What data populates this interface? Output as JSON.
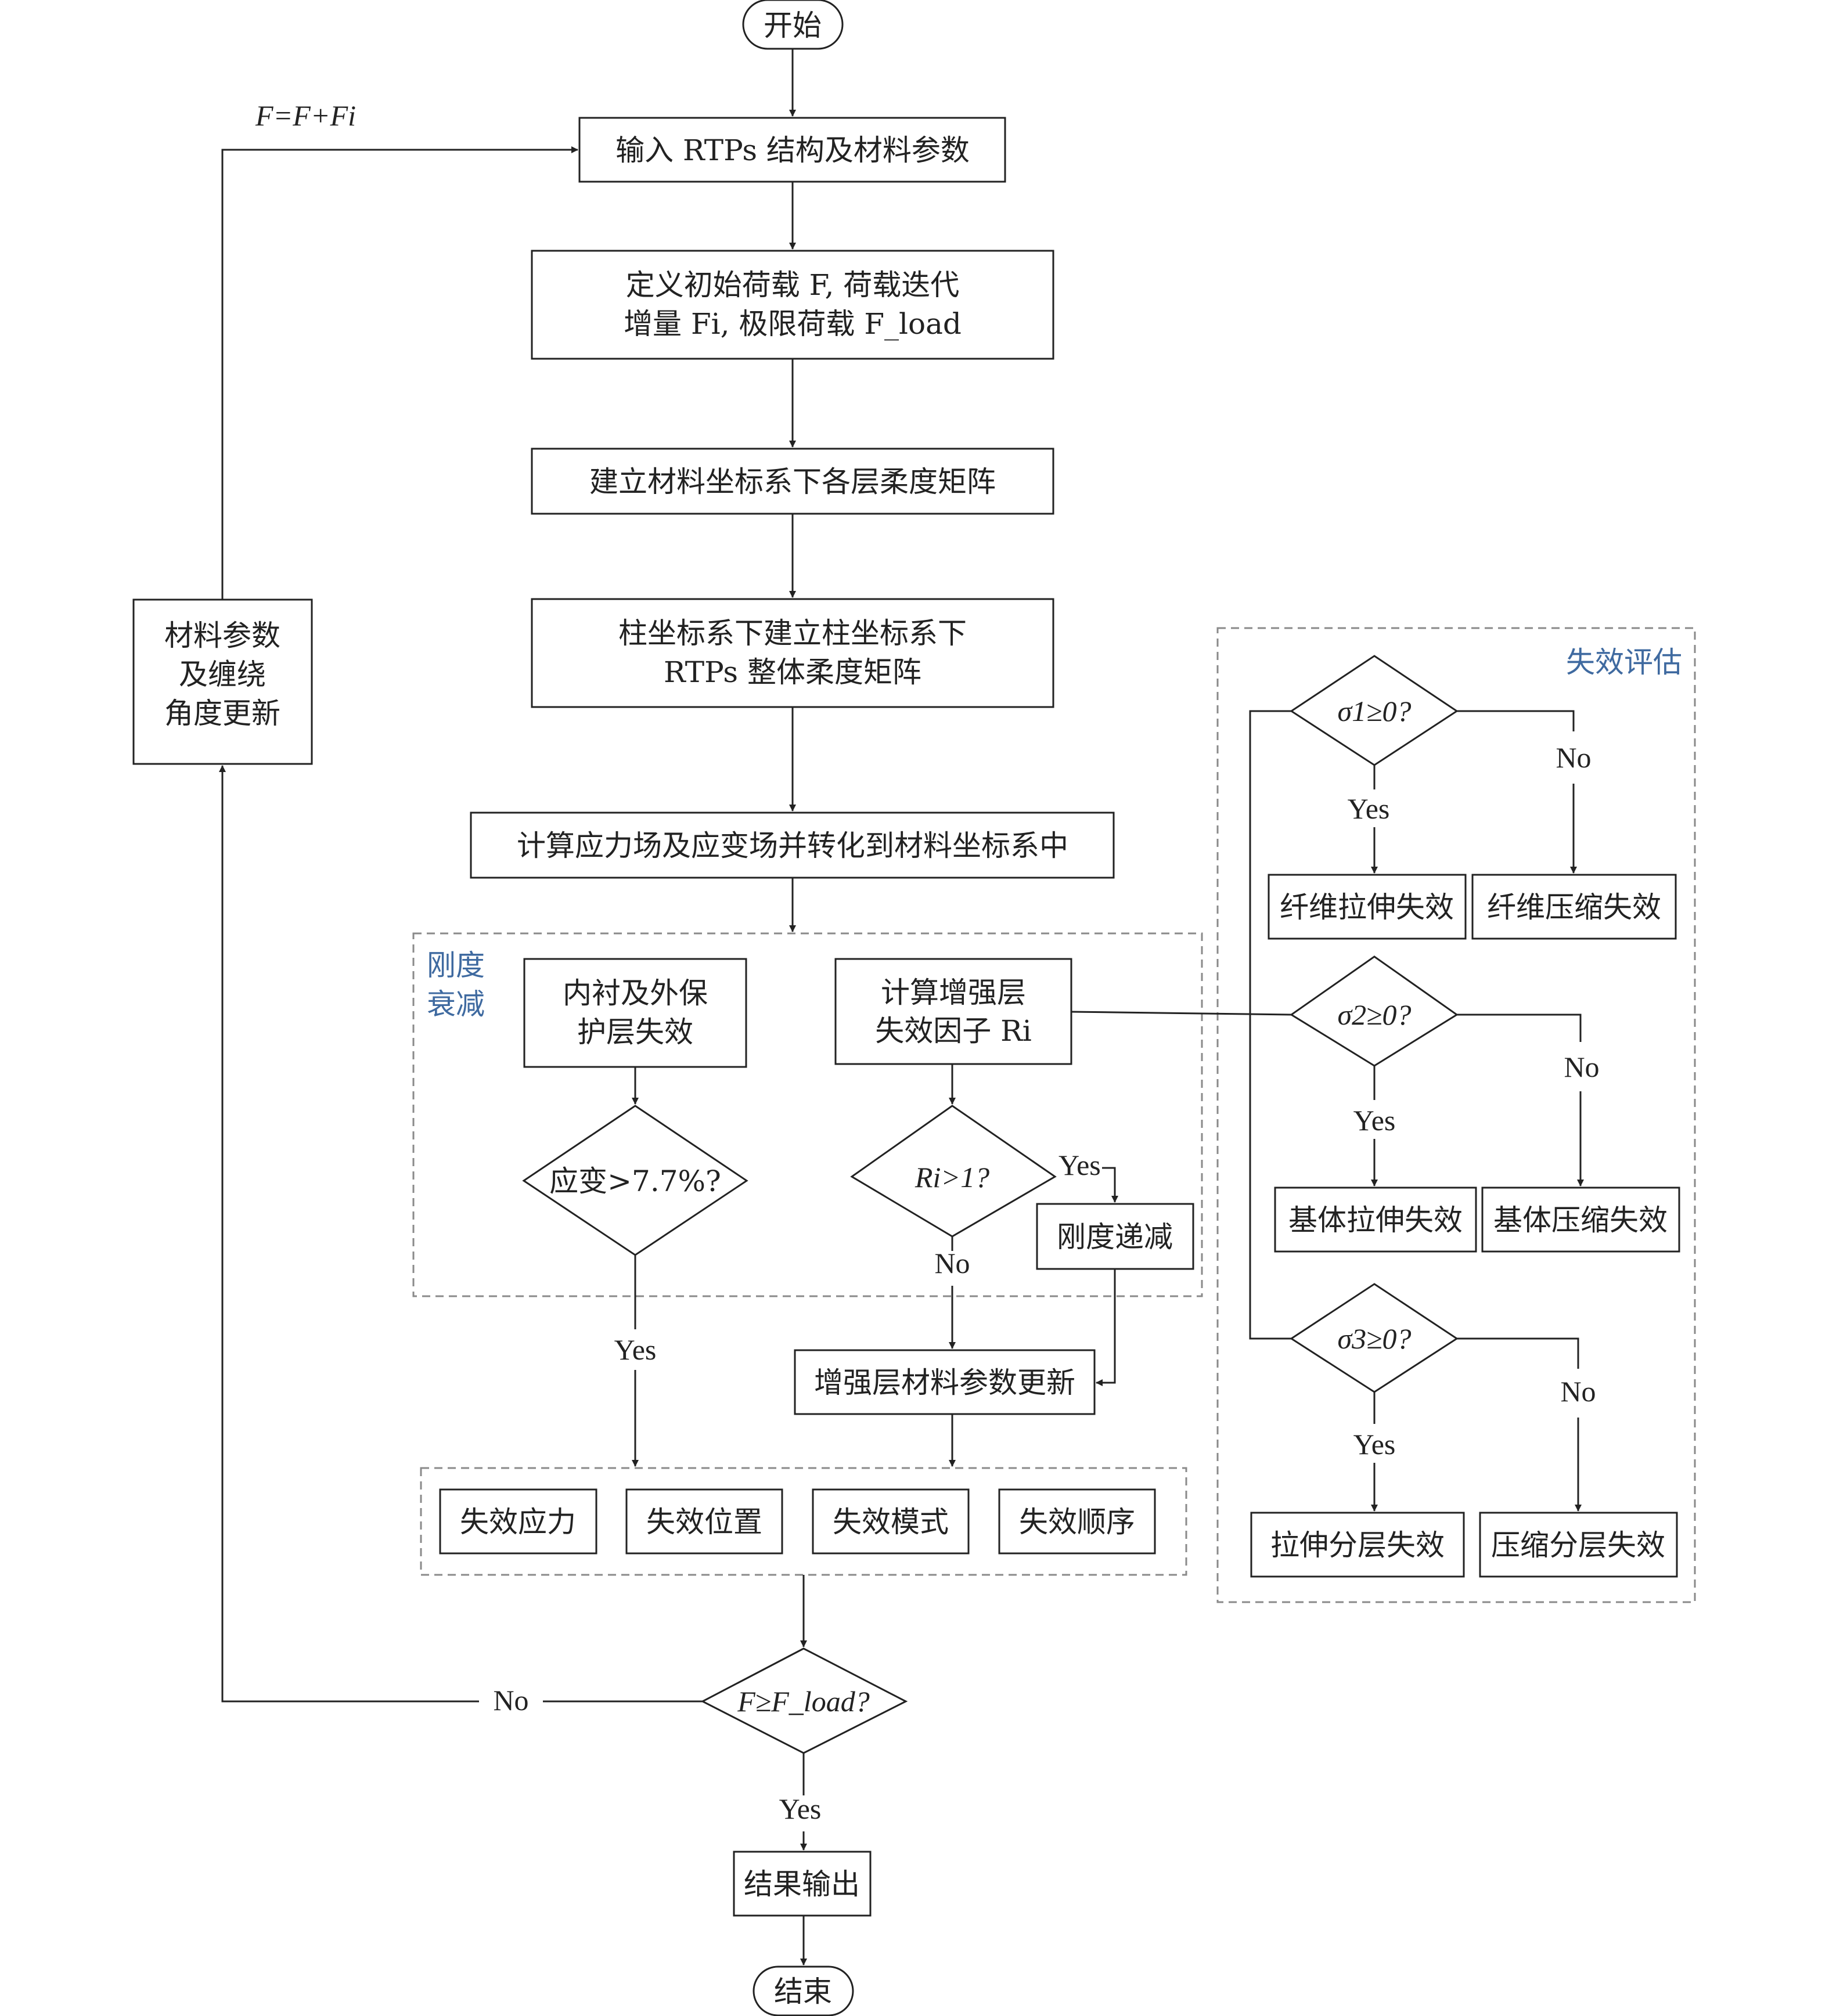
{
  "nodes": {
    "start": "开始",
    "input": "输入 RTPs 结构及材料参数",
    "define_line1": "定义初始荷载 F, 荷载迭代",
    "define_line2": "增量 Fi, 极限荷载 F_load",
    "compliance_material": "建立材料坐标系下各层柔度矩阵",
    "compliance_cyl_line1": "柱坐标系下建立柱坐标系下",
    "compliance_cyl_line2": "RTPs 整体柔度矩阵",
    "stress_strain": "计算应力场及应变场并转化到材料坐标系中",
    "liner_line1": "内衬及外保",
    "liner_line2": "护层失效",
    "strain_check": "应变>7.7%?",
    "calc_factor_line1": "计算增强层",
    "calc_factor_line2": "失效因子 Ri",
    "ri_check": "Ri>1?",
    "stiffness_reduction": "刚度递减",
    "reinforce_update": "增强层材料参数更新",
    "update_params_line1": "材料参数",
    "update_params_line2": "及缠绕",
    "update_params_line3": "角度更新",
    "result_1": "失效应力",
    "result_2": "失效位置",
    "result_3": "失效模式",
    "result_4": "失效顺序",
    "load_check": "F≥F_load?",
    "output": "结果输出",
    "end": "结束"
  },
  "groups": {
    "stiffness_line1": "刚度",
    "stiffness_line2": "衰减",
    "evaluation": "失效评估"
  },
  "evaluation": {
    "sigma1": "σ1≥0?",
    "sigma2": "σ2≥0?",
    "sigma3": "σ3≥0?",
    "fiber_tension": "纤维拉伸失效",
    "fiber_compression": "纤维压缩失效",
    "matrix_tension": "基体拉伸失效",
    "matrix_compression": "基体压缩失效",
    "delam_tension": "拉伸分层失效",
    "delam_compression": "压缩分层失效"
  },
  "labels": {
    "loop": "F=F+Fi",
    "yes": "Yes",
    "no": "No"
  },
  "colors": {
    "stroke": "#222222",
    "dashed_group": "#8a8a8a",
    "group_title": "#3f6aa0"
  }
}
